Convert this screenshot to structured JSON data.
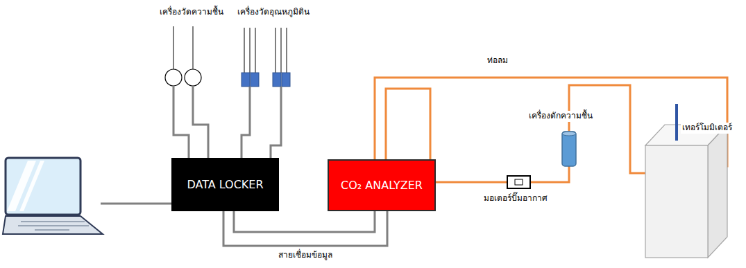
{
  "diagram": {
    "nodes": [
      {
        "text": [
          "DATA LOCKER"
        ]
      },
      {
        "text": [
          "CO₂ ANALYZER"
        ]
      }
    ],
    "edges": [
      {
        "from": 0,
        "to": 1,
        "arrow": "none"
      },
      {
        "from": 0,
        "to": 1,
        "label": "สายเชื่อมข้อมูล",
        "arrow": "none"
      }
    ],
    "labels": [
      "เครื่องวัดความชื้น",
      "เครื่องวัดอุณหภูมิดิน",
      "ท่อลม",
      "เครื่องดักความชื้น",
      "เทอร์โมมิเตอร์",
      "มอเตอร์ปั๊มอากาศ"
    ]
  }
}
